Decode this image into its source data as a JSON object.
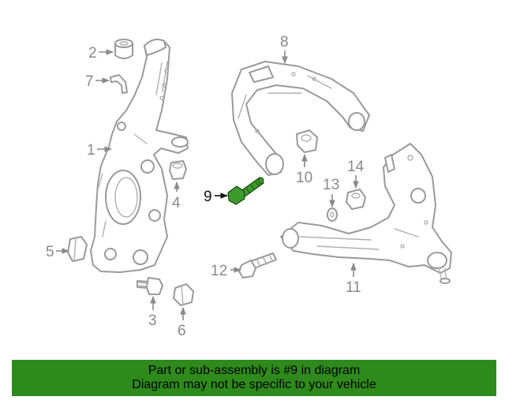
{
  "diagram": {
    "labels": {
      "l1": "1",
      "l2": "2",
      "l3": "3",
      "l4": "4",
      "l5": "5",
      "l6": "6",
      "l7": "7",
      "l8": "8",
      "l9": "9",
      "l10": "10",
      "l11": "11",
      "l12": "12",
      "l13": "13",
      "l14": "14"
    },
    "highlighted_part": "9",
    "colors": {
      "part_outline": "#9a9a9a",
      "highlight_part": "#3c9a2a",
      "banner_bg": "#2f8a1c"
    }
  },
  "banner": {
    "line1": "Part or sub-assembly is #9 in diagram",
    "line2": "Diagram may not be specific to your vehicle"
  }
}
